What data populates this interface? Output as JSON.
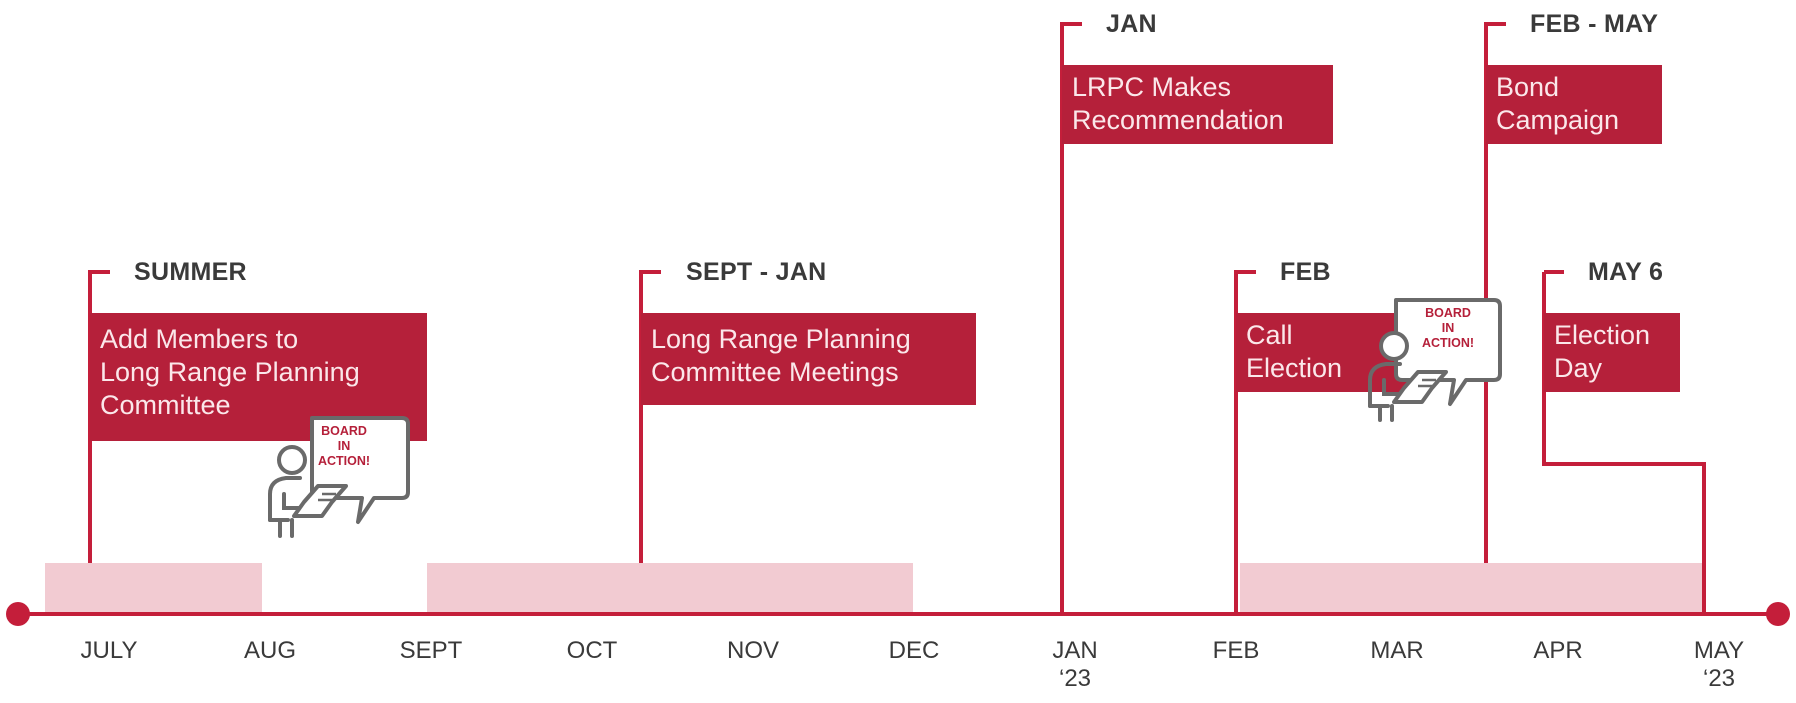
{
  "colors": {
    "accent": "#c41e3a",
    "box_fill": "#b5203a",
    "box_text": "#fbe7ea",
    "range_band": "#f2cbd2",
    "label_text": "#3a3a3a",
    "icon_gray": "#6a6a6a"
  },
  "phases": [
    {
      "id": "summer",
      "label": "SUMMER",
      "text": [
        "Add Members to",
        "Long Range Planning",
        "Committee"
      ]
    },
    {
      "id": "sept-jan",
      "label": "SEPT - JAN",
      "text": [
        "Long Range Planning",
        "Committee Meetings"
      ]
    },
    {
      "id": "jan",
      "label": "JAN",
      "text": [
        "LRPC Makes",
        "Recommendation"
      ]
    },
    {
      "id": "feb",
      "label": "FEB",
      "text": [
        "Call",
        "Election"
      ]
    },
    {
      "id": "feb-may",
      "label": "FEB - MAY",
      "text": [
        "Bond",
        "Campaign"
      ]
    },
    {
      "id": "may6",
      "label": "MAY 6",
      "text": [
        "Election",
        "Day"
      ]
    }
  ],
  "badges": [
    {
      "id": "badge-1",
      "lines": [
        "BOARD",
        "IN",
        "ACTION!"
      ],
      "icon": "board-member-reading-icon"
    },
    {
      "id": "badge-2",
      "lines": [
        "BOARD",
        "IN",
        "ACTION!"
      ],
      "icon": "board-member-reading-icon"
    }
  ],
  "months": [
    {
      "label": "JULY",
      "year": ""
    },
    {
      "label": "AUG",
      "year": ""
    },
    {
      "label": "SEPT",
      "year": ""
    },
    {
      "label": "OCT",
      "year": ""
    },
    {
      "label": "NOV",
      "year": ""
    },
    {
      "label": "DEC",
      "year": ""
    },
    {
      "label": "JAN",
      "year": "‘23"
    },
    {
      "label": "FEB",
      "year": ""
    },
    {
      "label": "MAR",
      "year": ""
    },
    {
      "label": "APR",
      "year": ""
    },
    {
      "label": "MAY",
      "year": "‘23"
    }
  ]
}
